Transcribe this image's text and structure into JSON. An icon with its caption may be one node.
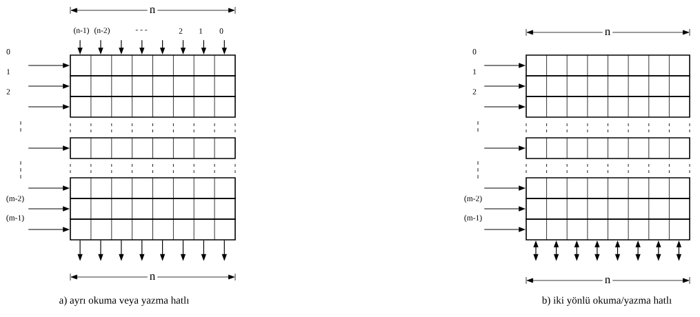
{
  "diagram": {
    "nodes": [
      {
        "text": [],
        "shape": "box"
      },
      {
        "text": [],
        "shape": "box"
      },
      {
        "text": [],
        "shape": "box"
      },
      {
        "text": [],
        "shape": "box"
      },
      {
        "text": [],
        "shape": "box"
      },
      {
        "text": [],
        "shape": "box"
      },
      {
        "text": [],
        "shape": "box"
      },
      {
        "text": [],
        "shape": "box"
      },
      {
        "text": [],
        "shape": "box"
      },
      {
        "text": [],
        "shape": "box"
      },
      {
        "text": [],
        "shape": "box"
      },
      {
        "text": [],
        "shape": "box"
      },
      {
        "text": [],
        "shape": "box"
      },
      {
        "text": [],
        "shape": "box"
      }
    ],
    "edges": [
      {
        "from": null,
        "to": 0,
        "arrow": "to"
      },
      {
        "from": null,
        "to": 1,
        "arrow": "to"
      },
      {
        "from": null,
        "to": 2,
        "arrow": "to"
      },
      {
        "from": null,
        "to": 3,
        "arrow": "to"
      },
      {
        "from": null,
        "to": 4,
        "arrow": "to"
      },
      {
        "from": null,
        "to": 5,
        "arrow": "to"
      },
      {
        "from": null,
        "to": 6,
        "arrow": "to"
      },
      {
        "from": null,
        "to": 0,
        "arrow": "to"
      },
      {
        "from": null,
        "to": 0,
        "arrow": "to"
      },
      {
        "from": null,
        "to": 0,
        "arrow": "to"
      },
      {
        "from": null,
        "to": 0,
        "arrow": "to"
      },
      {
        "from": null,
        "to": 0,
        "arrow": "to"
      },
      {
        "from": null,
        "to": 0,
        "arrow": "to"
      },
      {
        "from": null,
        "to": 0,
        "arrow": "to"
      },
      {
        "from": null,
        "to": 0,
        "arrow": "to"
      },
      {
        "from": 6,
        "to": null,
        "arrow": "to"
      },
      {
        "from": 6,
        "to": null,
        "arrow": "to"
      },
      {
        "from": 6,
        "to": null,
        "arrow": "to"
      },
      {
        "from": 6,
        "to": null,
        "arrow": "to"
      },
      {
        "from": 6,
        "to": null,
        "arrow": "to"
      },
      {
        "from": 6,
        "to": null,
        "arrow": "to"
      },
      {
        "from": 6,
        "to": null,
        "arrow": "to"
      },
      {
        "from": 6,
        "to": null,
        "arrow": "to"
      },
      {
        "from": null,
        "to": 7,
        "arrow": "to"
      },
      {
        "from": null,
        "to": 8,
        "arrow": "to"
      },
      {
        "from": null,
        "to": 9,
        "arrow": "to"
      },
      {
        "from": null,
        "to": 10,
        "arrow": "to"
      },
      {
        "from": null,
        "to": 11,
        "arrow": "to"
      },
      {
        "from": null,
        "to": 12,
        "arrow": "to"
      },
      {
        "from": null,
        "to": 13,
        "arrow": "to"
      },
      {
        "from": 13,
        "to": null,
        "arrow": "both"
      },
      {
        "from": 13,
        "to": null,
        "arrow": "both"
      },
      {
        "from": 13,
        "to": null,
        "arrow": "both"
      },
      {
        "from": 13,
        "to": null,
        "arrow": "both"
      },
      {
        "from": 13,
        "to": null,
        "arrow": "both"
      },
      {
        "from": 13,
        "to": null,
        "arrow": "both"
      },
      {
        "from": 13,
        "to": null,
        "arrow": "both"
      },
      {
        "from": 13,
        "to": null,
        "arrow": "both"
      }
    ],
    "labels": [
      "n",
      "(n-1)",
      "(n-2)",
      "- - -",
      "2",
      "1",
      "0",
      "0",
      "1",
      "2",
      "(m-2)",
      "(m-1)",
      "n",
      "a) ayrı okuma veya yazma hatlı",
      "n",
      "0",
      "1",
      "2",
      "(m-2)",
      "(m-1)",
      "n",
      "b) iki yönlü okuma/yazma hatlı"
    ]
  }
}
